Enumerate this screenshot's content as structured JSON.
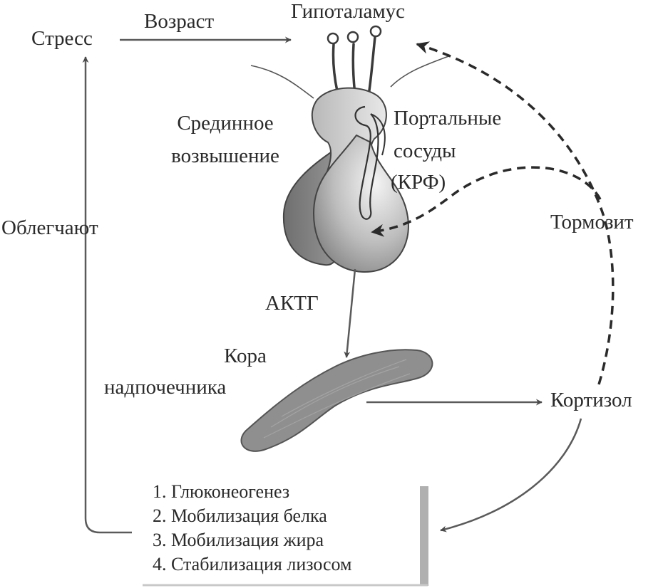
{
  "labels": {
    "stress": "Стресс",
    "age": "Возраст",
    "hypothalamus": "Гипоталамус",
    "median_eminence_1": "Срединное",
    "median_eminence_2": "возвышение",
    "portal_1": "Портальные",
    "portal_2": "сосуды",
    "portal_3": "(КРФ)",
    "inhibits": "Тормозит",
    "facilitate": "Облегчают",
    "actg": "АКТГ",
    "adrenal_1": "Кора",
    "adrenal_2": "надпочечника",
    "cortisol": "Кортизол"
  },
  "effects": [
    "1. Глюконеогенез",
    "2. Мобилизация белка",
    "3. Мобилизация жира",
    "4. Стабилизация лизосом"
  ],
  "colors": {
    "ink": "#2a2a2a",
    "arrow": "#5a5a5a",
    "pituitary_dark": "#8a8a8a",
    "pituitary_light": "#e4e4e4",
    "adrenal": "#8c8c8c",
    "bracket": "#b0b0b0"
  }
}
